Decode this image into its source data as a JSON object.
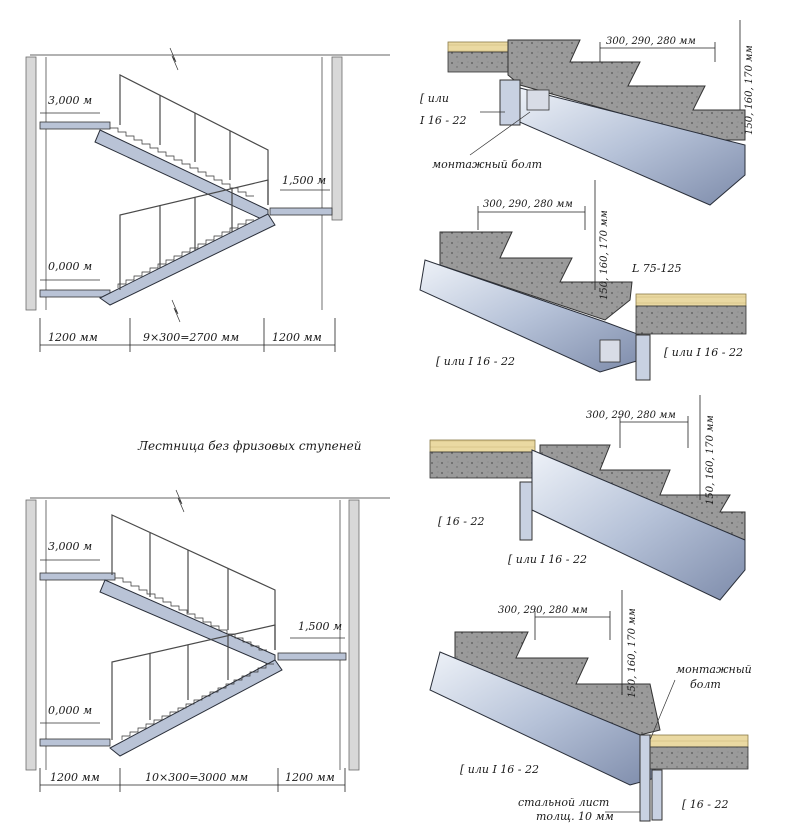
{
  "caption": "Лестница без фризовых ступеней",
  "top_left": {
    "level_top": "3,000 м",
    "level_mid": "1,500 м",
    "level_bottom": "0,000 м",
    "dim_left": "1200 мм",
    "dim_center": "9×300=2700 мм",
    "dim_right": "1200 мм"
  },
  "bottom_left": {
    "level_top": "3,000 м",
    "level_mid": "1,500 м",
    "level_bottom": "0,000 м",
    "dim_left": "1200 мм",
    "dim_center": "10×300=3000 мм",
    "dim_right": "1200 мм"
  },
  "detail1": {
    "tread": "300, 290, 280 мм",
    "riser": "150, 160, 170 мм",
    "channel": "[ или",
    "ibeam": "I 16 - 22",
    "bolt": "монтажный болт"
  },
  "detail2": {
    "tread": "300, 290, 280 мм",
    "riser": "150, 160, 170 мм",
    "angle": "L 75-125",
    "channel_a": "[ или I 16 - 22",
    "channel_b": "[ или I 16 - 22"
  },
  "detail3": {
    "tread": "300, 290, 280 мм",
    "riser": "150, 160, 170 мм",
    "channel": "[ 16 - 22",
    "channel_b": "[ или I 16 - 22"
  },
  "detail4": {
    "tread": "300, 290, 280 мм",
    "riser": "150, 160, 170 мм",
    "bolt_1": "монтажный",
    "bolt_2": "болт",
    "channel_b": "[ или I 16 - 22",
    "plate_1": "стальной лист",
    "plate_2": "толщ. 10 мм",
    "channel": "[ 16 - 22"
  }
}
